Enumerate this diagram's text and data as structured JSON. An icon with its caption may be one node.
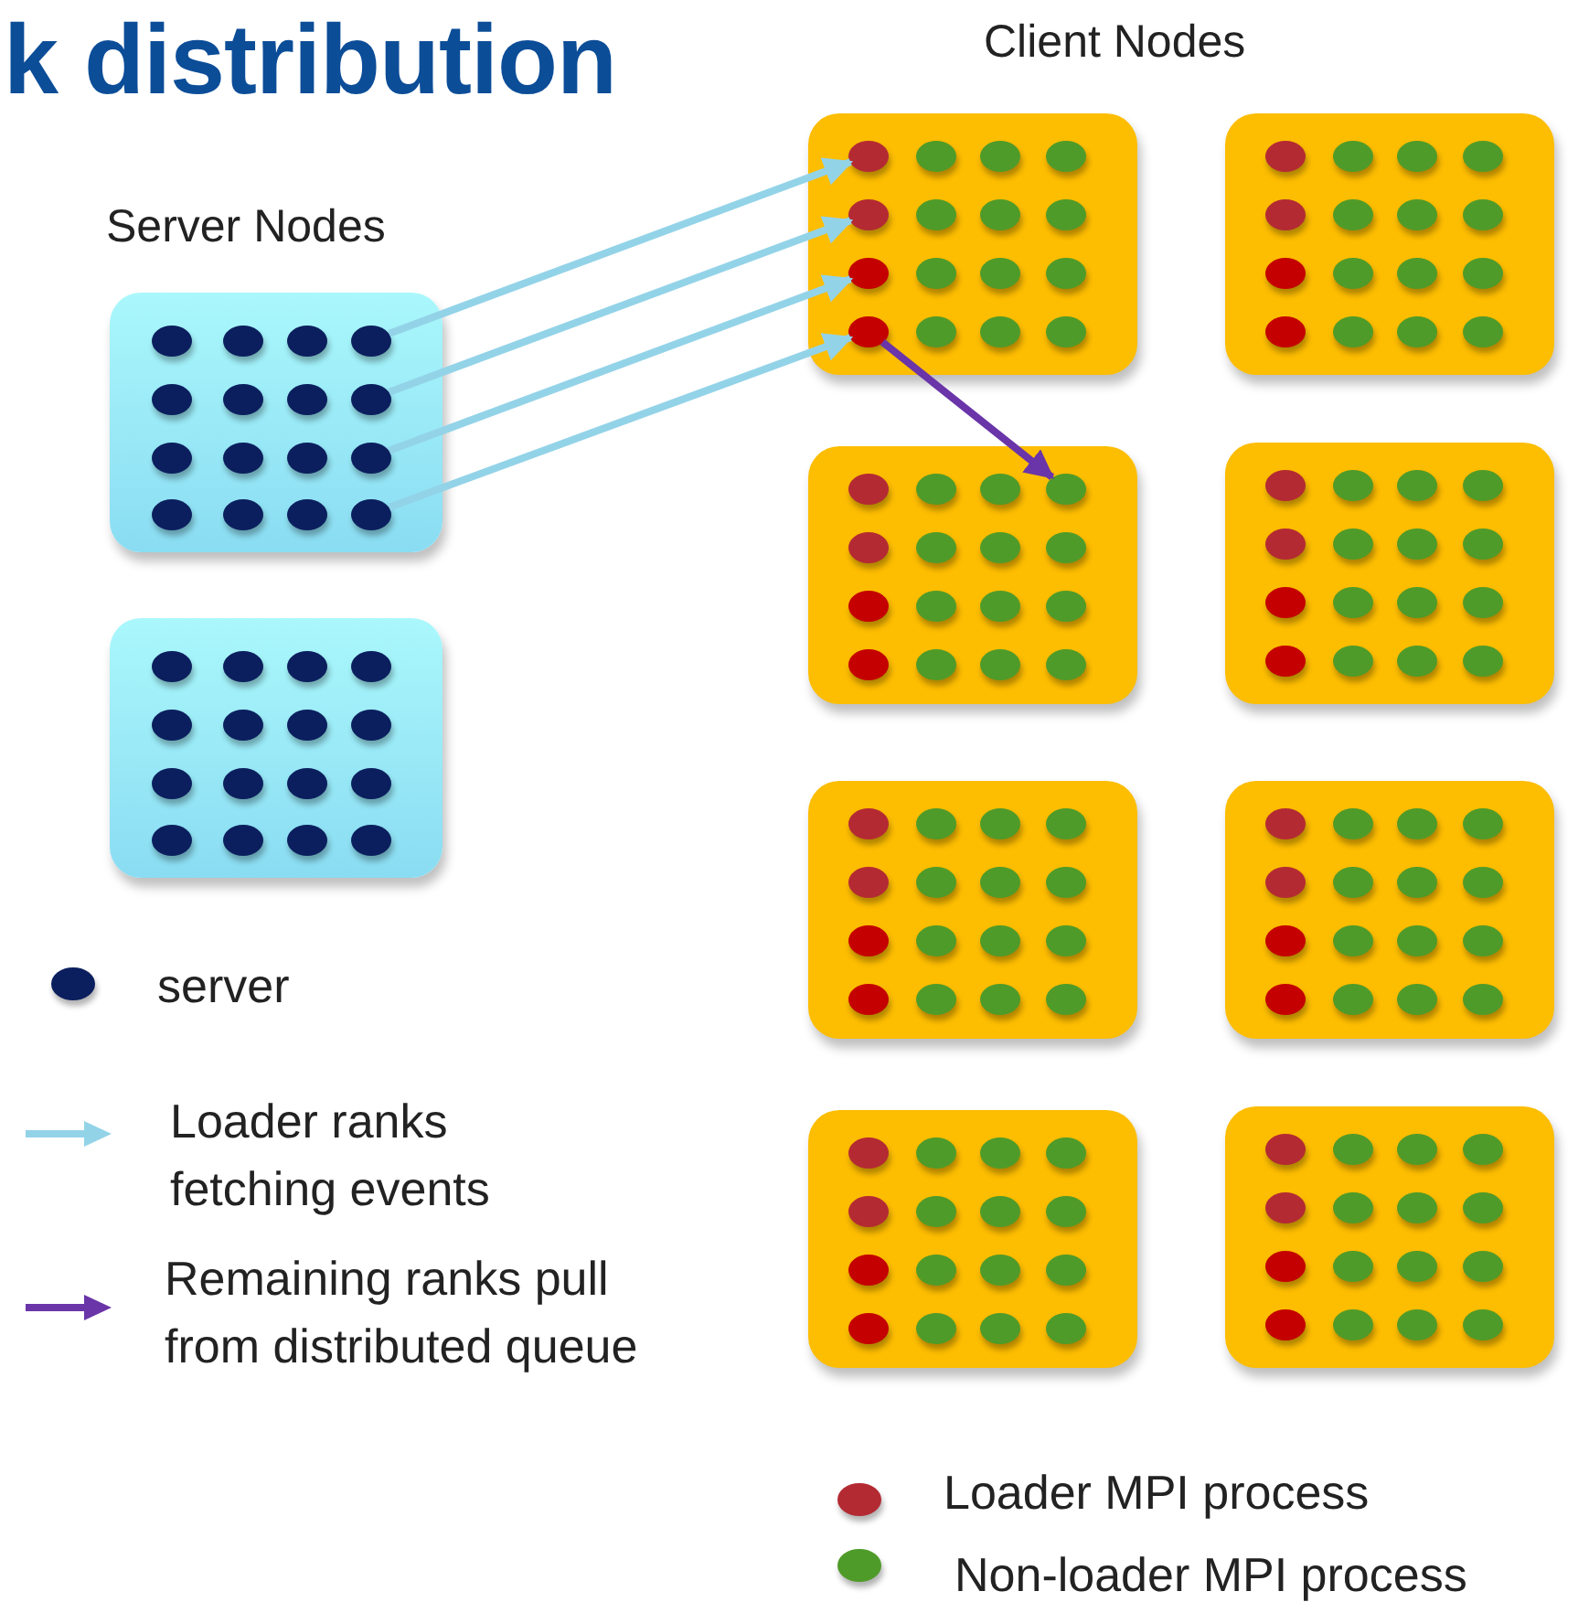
{
  "diagram": {
    "title": "k distribution",
    "nodes": [
      {
        "text": [],
        "shape": "box"
      },
      {
        "text": [],
        "shape": "box"
      },
      {
        "text": [],
        "shape": "box"
      },
      {
        "text": [],
        "shape": "box"
      },
      {
        "text": [],
        "shape": "box"
      },
      {
        "text": [],
        "shape": "box"
      },
      {
        "text": [],
        "shape": "box"
      },
      {
        "text": [],
        "shape": "box"
      },
      {
        "text": [],
        "shape": "box"
      },
      {
        "text": [],
        "shape": "box"
      },
      {
        "text": [],
        "shape": "circle",
        "in": 0
      },
      {
        "text": [],
        "shape": "circle",
        "in": 0
      },
      {
        "text": [],
        "shape": "circle",
        "in": 0
      },
      {
        "text": [],
        "shape": "circle",
        "in": 0
      },
      {
        "text": [],
        "shape": "circle",
        "in": 0
      },
      {
        "text": [],
        "shape": "circle",
        "in": 0
      },
      {
        "text": [],
        "shape": "circle",
        "in": 0
      },
      {
        "text": [],
        "shape": "circle",
        "in": 0
      },
      {
        "text": [],
        "shape": "circle",
        "in": 0
      },
      {
        "text": [],
        "shape": "circle",
        "in": 0
      },
      {
        "text": [],
        "shape": "circle",
        "in": 0
      },
      {
        "text": [],
        "shape": "circle",
        "in": 0
      },
      {
        "text": [],
        "shape": "circle",
        "in": 0
      },
      {
        "text": [],
        "shape": "circle",
        "in": 0
      },
      {
        "text": [],
        "shape": "circle",
        "in": 0
      },
      {
        "text": [],
        "shape": "circle",
        "in": 0
      },
      {
        "text": [],
        "shape": "circle",
        "in": 1
      },
      {
        "text": [],
        "shape": "circle",
        "in": 1
      },
      {
        "text": [],
        "shape": "circle",
        "in": 1
      },
      {
        "text": [],
        "shape": "circle",
        "in": 1
      },
      {
        "text": [],
        "shape": "circle",
        "in": 1
      },
      {
        "text": [],
        "shape": "circle",
        "in": 1
      },
      {
        "text": [],
        "shape": "circle",
        "in": 1
      },
      {
        "text": [],
        "shape": "circle",
        "in": 1
      },
      {
        "text": [],
        "shape": "circle",
        "in": 1
      },
      {
        "text": [],
        "shape": "circle",
        "in": 1
      },
      {
        "text": [],
        "shape": "circle",
        "in": 1
      },
      {
        "text": [],
        "shape": "circle",
        "in": 1
      },
      {
        "text": [],
        "shape": "circle",
        "in": 1
      },
      {
        "text": [],
        "shape": "circle",
        "in": 1
      },
      {
        "text": [],
        "shape": "circle",
        "in": 1
      },
      {
        "text": [],
        "shape": "circle",
        "in": 1
      },
      {
        "text": [],
        "shape": "circle",
        "in": 2
      },
      {
        "text": [],
        "shape": "circle",
        "in": 2
      },
      {
        "text": [],
        "shape": "circle",
        "in": 2
      },
      {
        "text": [],
        "shape": "circle",
        "in": 2
      },
      {
        "text": [],
        "shape": "circle",
        "in": 2
      },
      {
        "text": [],
        "shape": "circle",
        "in": 2
      },
      {
        "text": [],
        "shape": "circle",
        "in": 2
      },
      {
        "text": [],
        "shape": "circle",
        "in": 2
      },
      {
        "text": [],
        "shape": "circle",
        "in": 2
      },
      {
        "text": [],
        "shape": "circle",
        "in": 2
      },
      {
        "text": [],
        "shape": "circle",
        "in": 2
      },
      {
        "text": [],
        "shape": "circle",
        "in": 2
      },
      {
        "text": [],
        "shape": "circle",
        "in": 2
      },
      {
        "text": [],
        "shape": "circle",
        "in": 2
      },
      {
        "text": [],
        "shape": "circle",
        "in": 2
      },
      {
        "text": [],
        "shape": "circle",
        "in": 2
      },
      {
        "text": [],
        "shape": "circle",
        "in": 3
      },
      {
        "text": [],
        "shape": "circle",
        "in": 3
      },
      {
        "text": [],
        "shape": "circle",
        "in": 3
      },
      {
        "text": [],
        "shape": "circle",
        "in": 3
      },
      {
        "text": [],
        "shape": "circle",
        "in": 3
      },
      {
        "text": [],
        "shape": "circle",
        "in": 3
      },
      {
        "text": [],
        "shape": "circle",
        "in": 3
      },
      {
        "text": [],
        "shape": "circle",
        "in": 3
      },
      {
        "text": [],
        "shape": "circle",
        "in": 3
      },
      {
        "text": [],
        "shape": "circle",
        "in": 3
      },
      {
        "text": [],
        "shape": "circle",
        "in": 3
      },
      {
        "text": [],
        "shape": "circle",
        "in": 3
      },
      {
        "text": [],
        "shape": "circle",
        "in": 3
      },
      {
        "text": [],
        "shape": "circle",
        "in": 3
      },
      {
        "text": [],
        "shape": "circle",
        "in": 3
      },
      {
        "text": [],
        "shape": "circle",
        "in": 3
      },
      {
        "text": [],
        "shape": "circle",
        "in": 4
      },
      {
        "text": [],
        "shape": "circle",
        "in": 4
      },
      {
        "text": [],
        "shape": "circle",
        "in": 4
      },
      {
        "text": [],
        "shape": "circle",
        "in": 4
      },
      {
        "text": [],
        "shape": "circle",
        "in": 4
      },
      {
        "text": [],
        "shape": "circle",
        "in": 4
      },
      {
        "text": [],
        "shape": "circle",
        "in": 4
      },
      {
        "text": [],
        "shape": "circle",
        "in": 4
      },
      {
        "text": [],
        "shape": "circle",
        "in": 4
      },
      {
        "text": [],
        "shape": "circle",
        "in": 4
      },
      {
        "text": [],
        "shape": "circle",
        "in": 4
      },
      {
        "text": [],
        "shape": "circle",
        "in": 4
      },
      {
        "text": [],
        "shape": "circle",
        "in": 4
      },
      {
        "text": [],
        "shape": "circle",
        "in": 4
      },
      {
        "text": [],
        "shape": "circle",
        "in": 4
      },
      {
        "text": [],
        "shape": "circle",
        "in": 4
      },
      {
        "text": [],
        "shape": "circle",
        "in": 5
      },
      {
        "text": [],
        "shape": "circle",
        "in": 5
      },
      {
        "text": [],
        "shape": "circle",
        "in": 5
      },
      {
        "text": [],
        "shape": "circle",
        "in": 5
      },
      {
        "text": [],
        "shape": "circle",
        "in": 5
      },
      {
        "text": [],
        "shape": "circle",
        "in": 5
      },
      {
        "text": [],
        "shape": "circle",
        "in": 5
      },
      {
        "text": [],
        "shape": "circle",
        "in": 5
      },
      {
        "text": [],
        "shape": "circle",
        "in": 5
      },
      {
        "text": [],
        "shape": "circle",
        "in": 5
      },
      {
        "text": [],
        "shape": "circle",
        "in": 5
      },
      {
        "text": [],
        "shape": "circle",
        "in": 5
      },
      {
        "text": [],
        "shape": "circle",
        "in": 5
      },
      {
        "text": [],
        "shape": "circle",
        "in": 5
      },
      {
        "text": [],
        "shape": "circle",
        "in": 5
      },
      {
        "text": [],
        "shape": "circle",
        "in": 5
      },
      {
        "text": [],
        "shape": "circle",
        "in": 6
      },
      {
        "text": [],
        "shape": "circle",
        "in": 6
      },
      {
        "text": [],
        "shape": "circle",
        "in": 6
      },
      {
        "text": [],
        "shape": "circle",
        "in": 6
      },
      {
        "text": [],
        "shape": "circle",
        "in": 6
      },
      {
        "text": [],
        "shape": "circle",
        "in": 6
      },
      {
        "text": [],
        "shape": "circle",
        "in": 6
      },
      {
        "text": [],
        "shape": "circle",
        "in": 6
      },
      {
        "text": [],
        "shape": "circle",
        "in": 6
      },
      {
        "text": [],
        "shape": "circle",
        "in": 6
      },
      {
        "text": [],
        "shape": "circle",
        "in": 6
      },
      {
        "text": [],
        "shape": "circle",
        "in": 6
      },
      {
        "text": [],
        "shape": "circle",
        "in": 6
      },
      {
        "text": [],
        "shape": "circle",
        "in": 6
      },
      {
        "text": [],
        "shape": "circle",
        "in": 6
      },
      {
        "text": [],
        "shape": "circle",
        "in": 6
      },
      {
        "text": [],
        "shape": "circle",
        "in": 7
      },
      {
        "text": [],
        "shape": "circle",
        "in": 7
      },
      {
        "text": [],
        "shape": "circle",
        "in": 7
      },
      {
        "text": [],
        "shape": "circle",
        "in": 7
      },
      {
        "text": [],
        "shape": "circle",
        "in": 7
      },
      {
        "text": [],
        "shape": "circle",
        "in": 7
      },
      {
        "text": [],
        "shape": "circle",
        "in": 7
      },
      {
        "text": [],
        "shape": "circle",
        "in": 7
      },
      {
        "text": [],
        "shape": "circle",
        "in": 7
      },
      {
        "text": [],
        "shape": "circle",
        "in": 7
      },
      {
        "text": [],
        "shape": "circle",
        "in": 7
      },
      {
        "text": [],
        "shape": "circle",
        "in": 7
      },
      {
        "text": [],
        "shape": "circle",
        "in": 7
      },
      {
        "text": [],
        "shape": "circle",
        "in": 7
      },
      {
        "text": [],
        "shape": "circle",
        "in": 7
      },
      {
        "text": [],
        "shape": "circle",
        "in": 7
      },
      {
        "text": [],
        "shape": "circle",
        "in": 8
      },
      {
        "text": [],
        "shape": "circle",
        "in": 8
      },
      {
        "text": [],
        "shape": "circle",
        "in": 8
      },
      {
        "text": [],
        "shape": "circle",
        "in": 8
      },
      {
        "text": [],
        "shape": "circle",
        "in": 8
      },
      {
        "text": [],
        "shape": "circle",
        "in": 8
      },
      {
        "text": [],
        "shape": "circle",
        "in": 8
      },
      {
        "text": [],
        "shape": "circle",
        "in": 8
      },
      {
        "text": [],
        "shape": "circle",
        "in": 8
      },
      {
        "text": [],
        "shape": "circle",
        "in": 8
      },
      {
        "text": [],
        "shape": "circle",
        "in": 8
      },
      {
        "text": [],
        "shape": "circle",
        "in": 8
      },
      {
        "text": [],
        "shape": "circle",
        "in": 8
      },
      {
        "text": [],
        "shape": "circle",
        "in": 8
      },
      {
        "text": [],
        "shape": "circle",
        "in": 8
      },
      {
        "text": [],
        "shape": "circle",
        "in": 8
      },
      {
        "text": [],
        "shape": "circle",
        "in": 9
      },
      {
        "text": [],
        "shape": "circle",
        "in": 9
      },
      {
        "text": [],
        "shape": "circle",
        "in": 9
      },
      {
        "text": [],
        "shape": "circle",
        "in": 9
      },
      {
        "text": [],
        "shape": "circle",
        "in": 9
      },
      {
        "text": [],
        "shape": "circle",
        "in": 9
      },
      {
        "text": [],
        "shape": "circle",
        "in": 9
      },
      {
        "text": [],
        "shape": "circle",
        "in": 9
      },
      {
        "text": [],
        "shape": "circle",
        "in": 9
      },
      {
        "text": [],
        "shape": "circle",
        "in": 9
      },
      {
        "text": [],
        "shape": "circle",
        "in": 9
      },
      {
        "text": [],
        "shape": "circle",
        "in": 9
      },
      {
        "text": [],
        "shape": "circle",
        "in": 9
      },
      {
        "text": [],
        "shape": "circle",
        "in": 9
      },
      {
        "text": [],
        "shape": "circle",
        "in": 9
      },
      {
        "text": [],
        "shape": "circle",
        "in": 9
      }
    ],
    "edges": [
      {
        "from": 13,
        "to": 42,
        "arrow": "to"
      },
      {
        "from": 17,
        "to": 46,
        "arrow": "to"
      },
      {
        "from": 21,
        "to": 50,
        "arrow": "to"
      },
      {
        "from": 25,
        "to": 54,
        "arrow": "to"
      },
      {
        "from": 54,
        "to": 77,
        "arrow": "to",
        "color": "#6a35a8"
      }
    ],
    "labels": [
      "Server Nodes",
      "Client Nodes"
    ],
    "legend": [
      {
        "text": "server",
        "color": "#0b1f5e"
      },
      {
        "text": "Loader ranks fetching events"
      },
      {
        "text": "Remaining ranks pull from distributed queue"
      },
      {
        "text": "Loader MPI process",
        "color": "#b42a33"
      },
      {
        "text": "Non-loader MPI process",
        "color": "#4f9b29"
      }
    ]
  }
}
